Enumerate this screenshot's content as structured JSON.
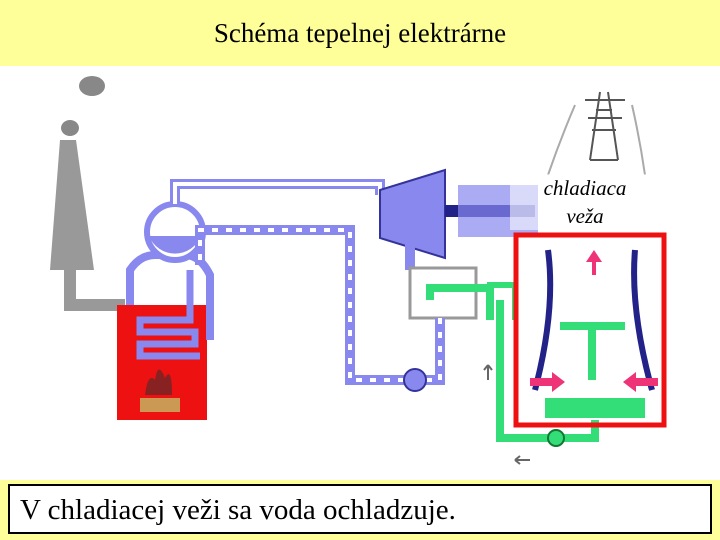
{
  "slide": {
    "title": "Schéma tepelnej elektrárne",
    "tower_label_line1": "chladiaca",
    "tower_label_line2": "veža",
    "caption": "V chladiacej veži sa voda ochladzuje."
  },
  "colors": {
    "background": "#ffffff",
    "title_bar": "#ffff99",
    "blue_pipe": "#8888ee",
    "green_pipe": "#33dd77",
    "furnace": "#ee1111",
    "smoke": "#888888",
    "highlight": "#ee1111",
    "arrow": "#ee3377",
    "tower_wall": "#222288"
  },
  "icons": [
    "smoke-icon",
    "flame-icon",
    "pump-icon",
    "power-pylon-icon",
    "arrow-up-icon",
    "arrow-right-icon",
    "arrow-left-icon"
  ]
}
